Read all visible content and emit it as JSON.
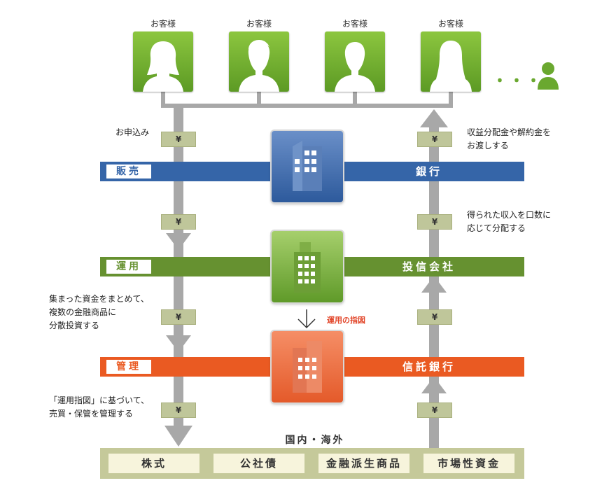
{
  "customers": {
    "label": "お客様",
    "ellipsis": "・・・"
  },
  "notes": {
    "apply": "お申込み",
    "payout_1": "収益分配金や解約金を",
    "payout_2": "お渡しする",
    "distribute_1": "得られた収入を口数に",
    "distribute_2": "応じて分配する",
    "invest_1": "集まった資金をまとめて、",
    "invest_2": "複数の金融商品に",
    "invest_3": "分散投資する",
    "manage_1": "「運用指図」に基づいて、",
    "manage_2": "売買・保管を管理する",
    "instruction": "運用の指図"
  },
  "yen_symbol": "¥",
  "bands": {
    "sales": {
      "tag": "販売",
      "name": "銀行",
      "color": "#3565a8"
    },
    "operation": {
      "tag": "運用",
      "name": "投信会社",
      "color": "#669130"
    },
    "management": {
      "tag": "管理",
      "name": "信託銀行",
      "color": "#ea5a22"
    }
  },
  "market": {
    "title": "国内・海外",
    "assets": [
      "株式",
      "公社債",
      "金融派生商品",
      "市場性資金"
    ]
  },
  "colors": {
    "customer_green": "#7ab536",
    "arrow_gray": "#a7a7a7",
    "market_bg": "#c5c99a",
    "instruction_text": "#e2462a"
  }
}
